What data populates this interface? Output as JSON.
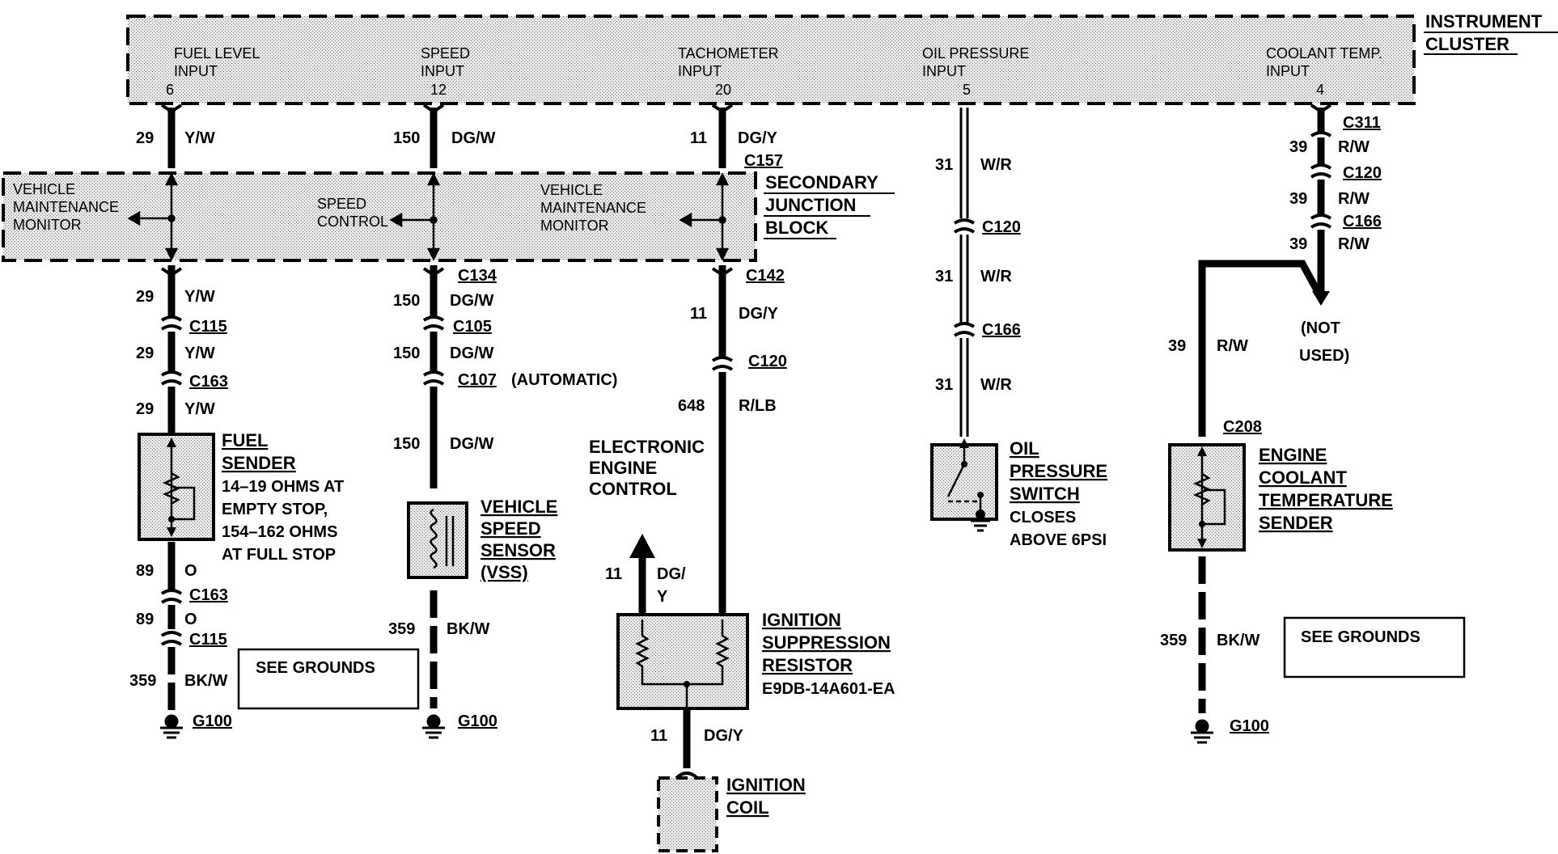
{
  "cluster": {
    "title_line1": "INSTRUMENT",
    "title_line2": "CLUSTER",
    "inputs": [
      {
        "line1": "FUEL LEVEL",
        "line2": "INPUT",
        "pin": "6"
      },
      {
        "line1": "SPEED",
        "line2": "INPUT",
        "pin": "12"
      },
      {
        "line1": "TACHOMETER",
        "line2": "INPUT",
        "pin": "20"
      },
      {
        "line1": "OIL PRESSURE",
        "line2": "INPUT",
        "pin": "5"
      },
      {
        "line1": "COOLANT TEMP.",
        "line2": "INPUT",
        "pin": "4"
      }
    ]
  },
  "junction_block": {
    "title_line1": "SECONDARY",
    "title_line2": "JUNCTION",
    "title_line3": "BLOCK",
    "vmm1_line1": "VEHICLE",
    "vmm1_line2": "MAINTENANCE",
    "vmm1_line3": "MONITOR",
    "speed_line1": "SPEED",
    "speed_line2": "CONTROL",
    "vmm2_line1": "VEHICLE",
    "vmm2_line2": "MAINTENANCE",
    "vmm2_line3": "MONITOR"
  },
  "fuel": {
    "c1": "29",
    "w1": "Y/W",
    "c2": "29",
    "w2": "Y/W",
    "conn_c115": "C115",
    "c3": "29",
    "w3": "Y/W",
    "conn_c163": "C163",
    "c4": "29",
    "w4": "Y/W",
    "sender_line1": "FUEL",
    "sender_line2": "SENDER",
    "spec_line1": "14–19 OHMS AT",
    "spec_line2": "EMPTY STOP,",
    "spec_line3": "154–162 OHMS",
    "spec_line4": "AT FULL STOP",
    "c5": "89",
    "w5": "O",
    "conn_c163b": "C163",
    "c6": "89",
    "w6": "O",
    "conn_c115b": "C115",
    "c7": "359",
    "w7": "BK/W",
    "see_grounds": "SEE GROUNDS",
    "ground": "G100"
  },
  "speed": {
    "c1": "150",
    "w1": "DG/W",
    "conn_c134": "C134",
    "c2": "150",
    "w2": "DG/W",
    "conn_c105": "C105",
    "c3": "150",
    "w3": "DG/W",
    "conn_c107": "C107",
    "auto": "(AUTOMATIC)",
    "c4": "150",
    "w4": "DG/W",
    "vss_line1": "VEHICLE",
    "vss_line2": "SPEED",
    "vss_line3": "SENSOR",
    "vss_line4": "(VSS)",
    "c5": "359",
    "w5": "BK/W",
    "ground": "G100"
  },
  "tach": {
    "c1": "11",
    "w1": "DG/Y",
    "conn_c157": "C157",
    "conn_c142": "C142",
    "c2": "11",
    "w2": "DG/Y",
    "conn_c120": "C120",
    "c3": "648",
    "w3": "R/LB",
    "eec_line1": "ELECTRONIC",
    "eec_line2": "ENGINE",
    "eec_line3": "CONTROL",
    "c4": "11",
    "w4a": "DG/",
    "w4b": "Y",
    "isr_line1": "IGNITION",
    "isr_line2": "SUPPRESSION",
    "isr_line3": "RESISTOR",
    "isr_line4": "E9DB-14A601-EA",
    "c5": "11",
    "w5": "DG/Y",
    "coil_line1": "IGNITION",
    "coil_line2": "COIL"
  },
  "oil": {
    "c1": "31",
    "w1": "W/R",
    "conn_c120": "C120",
    "c2": "31",
    "w2": "W/R",
    "conn_c166": "C166",
    "c3": "31",
    "w3": "W/R",
    "sw_line1": "OIL",
    "sw_line2": "PRESSURE",
    "sw_line3": "SWITCH",
    "sw_line4": "CLOSES",
    "sw_line5": "ABOVE 6PSI"
  },
  "coolant": {
    "conn_c311": "C311",
    "c1": "39",
    "w1": "R/W",
    "conn_c120": "C120",
    "c2": "39",
    "w2": "R/W",
    "conn_c166": "C166",
    "c3": "39",
    "w3": "R/W",
    "not_used_line1": "(NOT",
    "not_used_line2": "USED)",
    "c4": "39",
    "w4": "R/W",
    "conn_c208": "C208",
    "sender_line1": "ENGINE",
    "sender_line2": "COOLANT",
    "sender_line3": "TEMPERATURE",
    "sender_line4": "SENDER",
    "c5": "359",
    "w5": "BK/W",
    "see_grounds": "SEE GROUNDS",
    "ground": "G100"
  }
}
